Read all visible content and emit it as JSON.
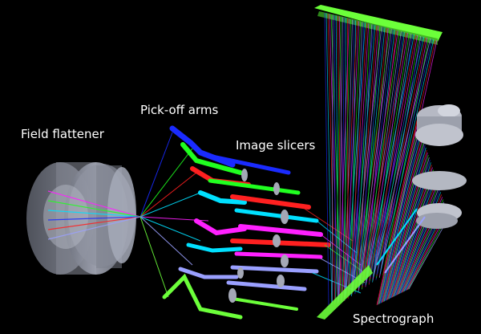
{
  "labels": {
    "field_flattener": "Field flattener",
    "pickoff_arms": "Pick-off arms",
    "image_slicers": "Image slicers",
    "spectrograph": "Spectrograph"
  },
  "colors": {
    "background": "#000000",
    "lens_gray": "#8a8e9c",
    "beam_colors": [
      "#1a2bff",
      "#00e0ff",
      "#ff2020",
      "#ff20ff",
      "#20ff20",
      "#9aa0ff"
    ],
    "frame_green": "#6cff3a"
  }
}
